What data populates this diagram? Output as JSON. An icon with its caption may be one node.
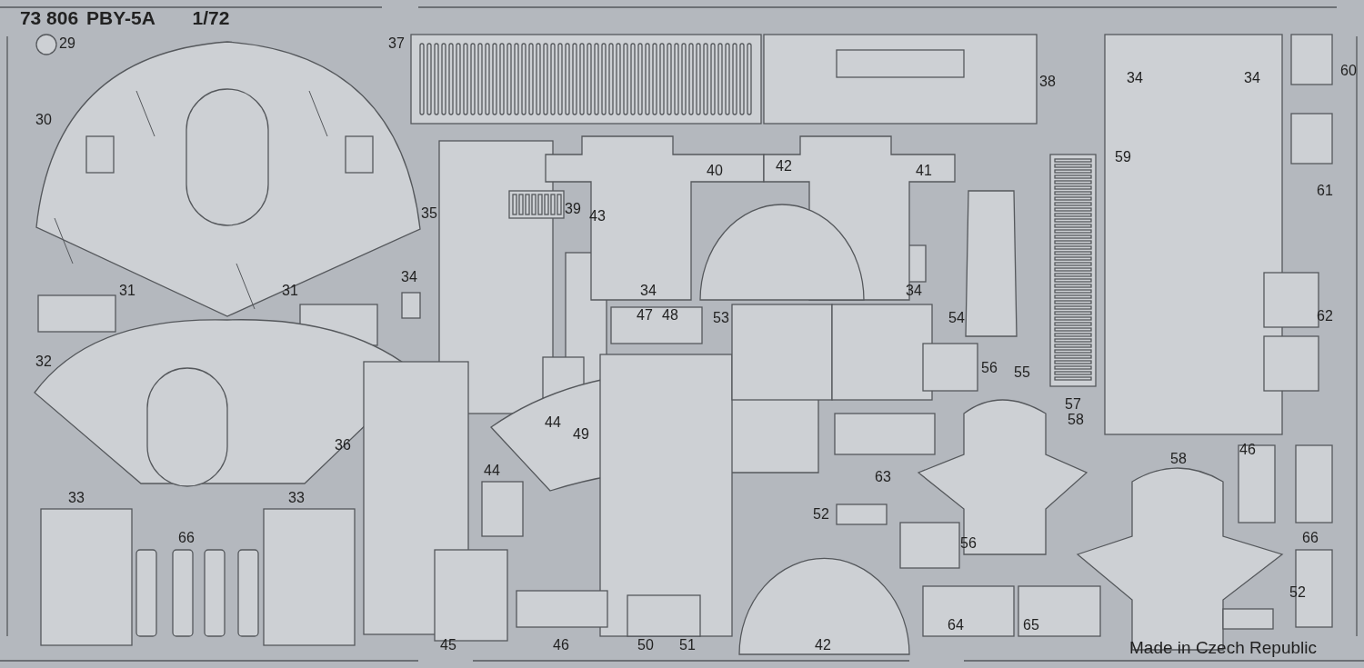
{
  "diagram": {
    "labels": [
      "73 806",
      "PBY-5A",
      "1/72",
      "29",
      "37",
      "34",
      "34",
      "60",
      "38",
      "30",
      "59",
      "40",
      "42",
      "41",
      "61",
      "39",
      "35",
      "43",
      "31",
      "31",
      "34",
      "34",
      "34",
      "47",
      "48",
      "53",
      "54",
      "62",
      "32",
      "56",
      "55",
      "57",
      "44",
      "58",
      "49",
      "36",
      "46",
      "58",
      "44",
      "63",
      "33",
      "33",
      "52",
      "66",
      "56",
      "66",
      "52",
      "64",
      "65",
      "45",
      "46",
      "50",
      "51",
      "42",
      "Made in Czech Republic"
    ]
  }
}
